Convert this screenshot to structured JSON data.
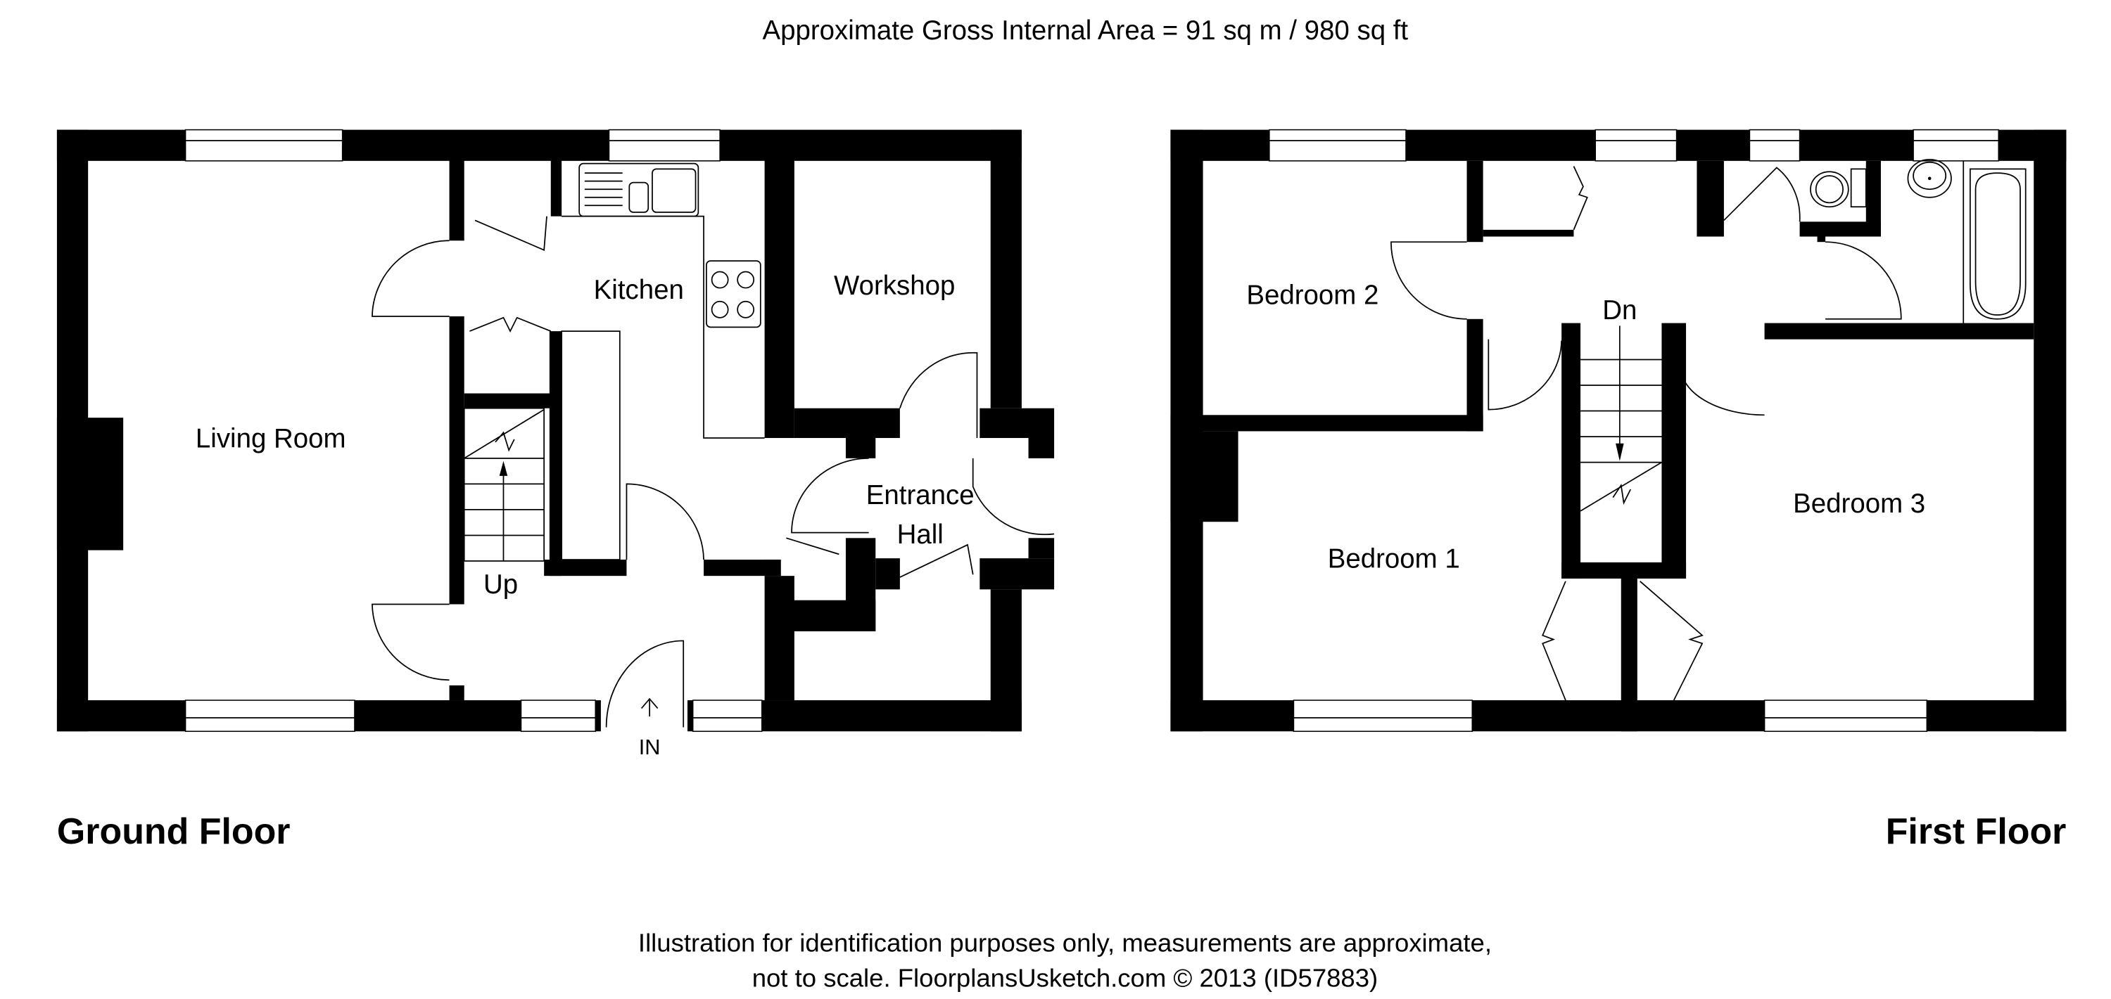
{
  "header": {
    "area_text": "Approximate Gross Internal Area = 91 sq m / 980 sq ft"
  },
  "ground_floor": {
    "title": "Ground Floor",
    "rooms": {
      "living_room": "Living Room",
      "kitchen": "Kitchen",
      "workshop": "Workshop",
      "entrance_hall_1": "Entrance",
      "entrance_hall_2": "Hall"
    },
    "stairs_label": "Up",
    "entry_label": "IN"
  },
  "first_floor": {
    "title": "First Floor",
    "rooms": {
      "bedroom_1": "Bedroom 1",
      "bedroom_2": "Bedroom 2",
      "bedroom_3": "Bedroom 3"
    },
    "stairs_label": "Dn"
  },
  "footer": {
    "line1": "Illustration for identification purposes only, measurements are approximate,",
    "line2": "not to scale. FloorplansUsketch.com © 2013 (ID57883)"
  }
}
